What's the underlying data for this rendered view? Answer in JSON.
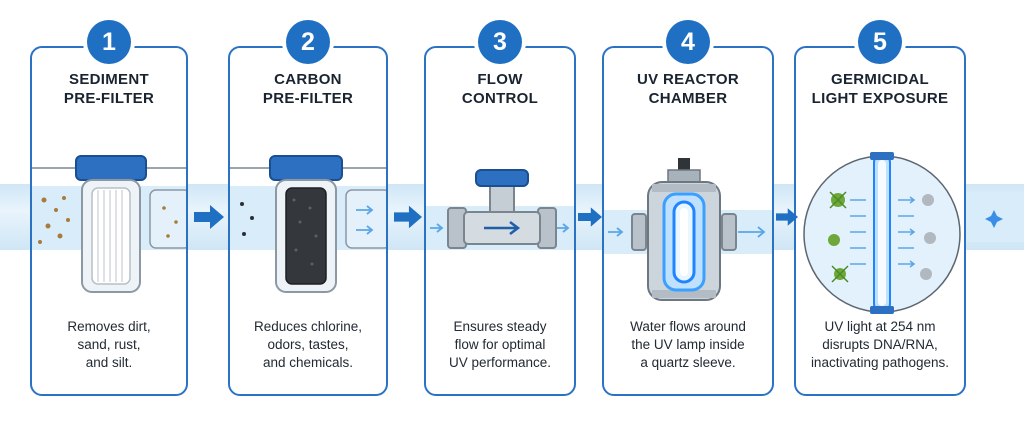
{
  "steps": [
    {
      "number": "1",
      "title": [
        "SEDIMENT",
        "PRE-FILTER"
      ],
      "description": [
        "Removes dirt,",
        "sand, rust,",
        "and silt."
      ]
    },
    {
      "number": "2",
      "title": [
        "CARBON",
        "PRE-FILTER"
      ],
      "description": [
        "Reduces chlorine,",
        "odors, tastes,",
        "and chemicals."
      ]
    },
    {
      "number": "3",
      "title": [
        "FLOW",
        "CONTROL"
      ],
      "description": [
        "Ensures steady",
        "flow for optimal",
        "UV performance."
      ]
    },
    {
      "number": "4",
      "title": [
        "UV REACTOR",
        "CHAMBER"
      ],
      "description": [
        "Water flows around",
        "the UV lamp inside",
        "a quartz sleeve."
      ]
    },
    {
      "number": "5",
      "title": [
        "GERMICIDAL",
        "LIGHT EXPOSURE"
      ],
      "description": [
        "UV light at 254 nm",
        "disrupts DNA/RNA,",
        "inactivating pathogens."
      ]
    }
  ],
  "colors": {
    "accent": "#1f6fc2",
    "panel_border": "#2a73c4",
    "water": "#d9ecf9",
    "uv_glow": "#3aa0ff",
    "pathogen": "#6fa83a"
  },
  "icons": [
    "filter-housing-icon",
    "carbon-filter-icon",
    "valve-icon",
    "uv-reactor-icon",
    "uv-lamp-icon",
    "pathogen-icon",
    "flow-arrow-icon"
  ]
}
